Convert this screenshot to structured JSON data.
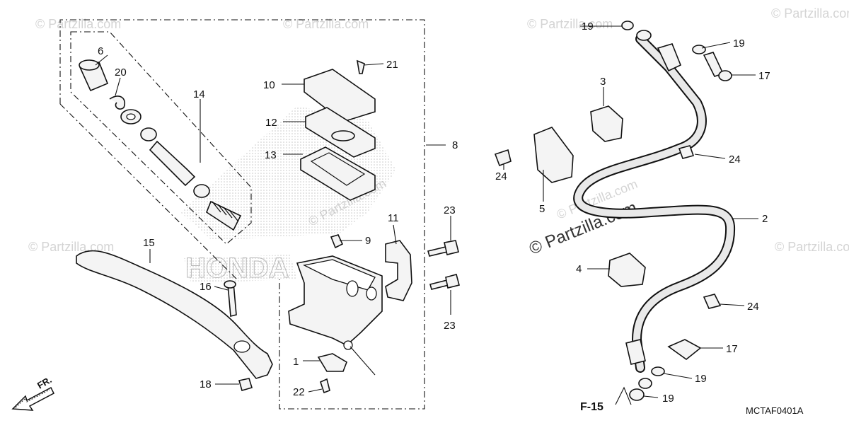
{
  "watermark": "© Partzilla.com",
  "diagram_code": "MCTAF0401A",
  "direction_label": "FR.",
  "reference_label": "F-15",
  "brand_text": "HONDA",
  "callouts": {
    "c1": "1",
    "c2": "2",
    "c3": "3",
    "c4": "4",
    "c5": "5",
    "c6": "6",
    "c8": "8",
    "c9": "9",
    "c10": "10",
    "c11": "11",
    "c12": "12",
    "c13": "13",
    "c14": "14",
    "c15": "15",
    "c16": "16",
    "c17a": "17",
    "c17b": "17",
    "c18": "18",
    "c19a": "19",
    "c19b": "19",
    "c19c": "19",
    "c19d": "19",
    "c20": "20",
    "c21": "21",
    "c22": "22",
    "c23a": "23",
    "c23b": "23",
    "c24a": "24",
    "c24b": "24",
    "c24c": "24"
  }
}
